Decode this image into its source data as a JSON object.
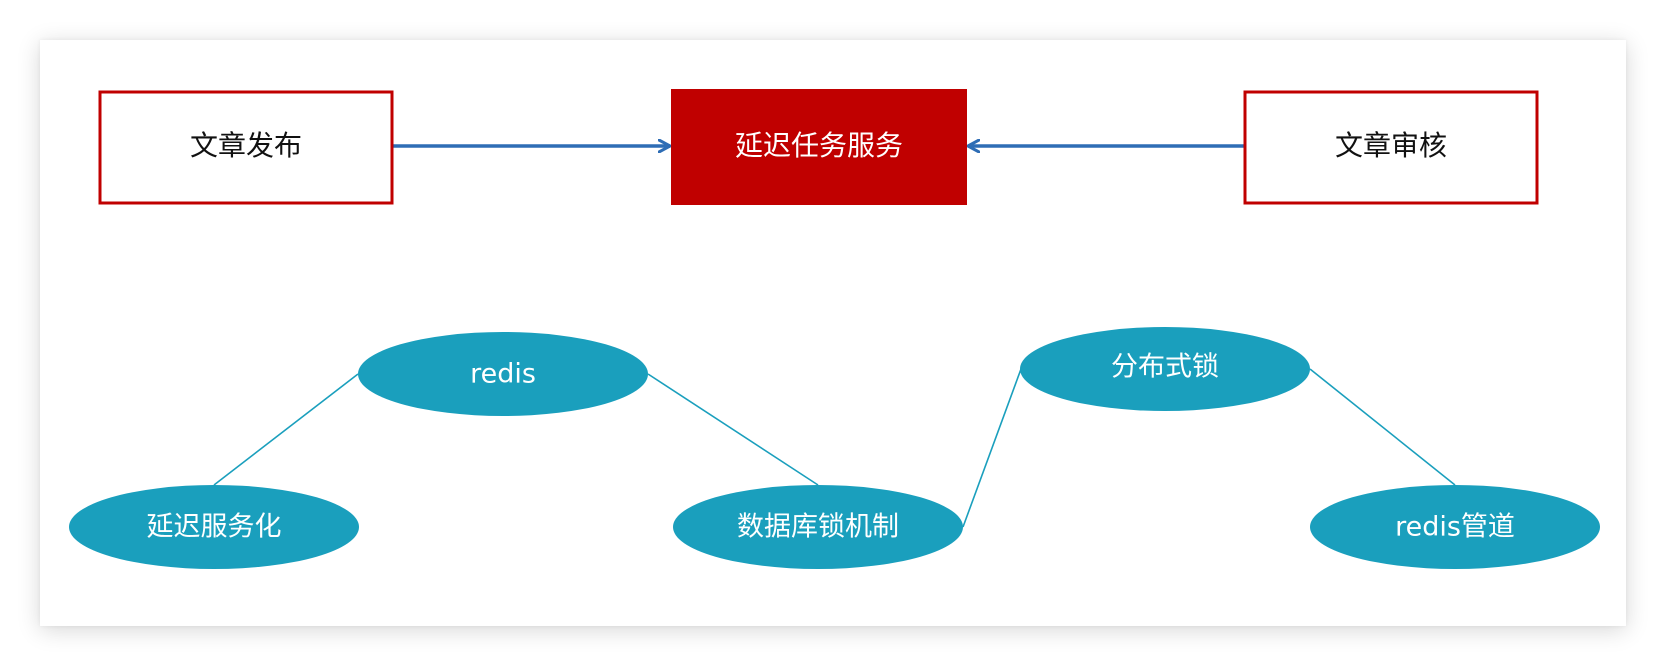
{
  "boxes": {
    "article_publish": "文章发布",
    "delay_task_service": "延迟任务服务",
    "article_review": "文章审核"
  },
  "nodes": {
    "redis": "redis",
    "delay_service": "延迟服务化",
    "db_lock": "数据库锁机制",
    "dist_lock": "分布式锁",
    "redis_pipeline": "redis管道"
  },
  "colors": {
    "box_border": "#c00000",
    "center_fill": "#c00000",
    "arrow": "#2e6db5",
    "ellipse_fill": "#1a9fbd",
    "connector": "#1a9fbd"
  }
}
